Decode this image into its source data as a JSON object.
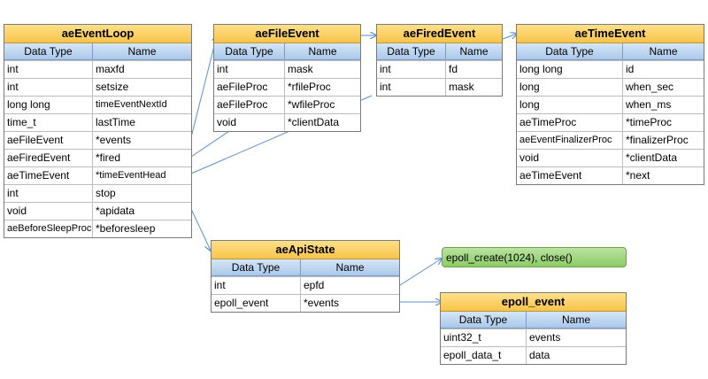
{
  "tables": {
    "aeEventLoop": {
      "title": "aeEventLoop",
      "headers": [
        "Data Type",
        "Name"
      ],
      "rows": [
        [
          "int",
          "maxfd"
        ],
        [
          "int",
          "setsize"
        ],
        [
          "long long",
          "timeEventNextId"
        ],
        [
          "time_t",
          "lastTime"
        ],
        [
          "aeFileEvent",
          "*events"
        ],
        [
          "aeFiredEvent",
          "*fired"
        ],
        [
          "aeTimeEvent",
          "*timeEventHead"
        ],
        [
          "int",
          "stop"
        ],
        [
          "void",
          "*apidata"
        ],
        [
          "aeBeforeSleepProc",
          "*beforesleep"
        ]
      ]
    },
    "aeFileEvent": {
      "title": "aeFileEvent",
      "headers": [
        "Data Type",
        "Name"
      ],
      "rows": [
        [
          "int",
          "mask"
        ],
        [
          "aeFileProc",
          "*rfileProc"
        ],
        [
          "aeFileProc",
          "*wfileProc"
        ],
        [
          "void",
          "*clientData"
        ]
      ]
    },
    "aeFiredEvent": {
      "title": "aeFiredEvent",
      "headers": [
        "Data Type",
        "Name"
      ],
      "rows": [
        [
          "int",
          "fd"
        ],
        [
          "int",
          "mask"
        ]
      ]
    },
    "aeTimeEvent": {
      "title": "aeTimeEvent",
      "headers": [
        "Data Type",
        "Name"
      ],
      "rows": [
        [
          "long long",
          "id"
        ],
        [
          "long",
          "when_sec"
        ],
        [
          "long",
          "when_ms"
        ],
        [
          "aeTimeProc",
          "*timeProc"
        ],
        [
          "aeEventFinalizerProc",
          "*finalizerProc"
        ],
        [
          "void",
          "*clientData"
        ],
        [
          "aeTimeEvent",
          "*next"
        ]
      ]
    },
    "aeApiState": {
      "title": "aeApiState",
      "headers": [
        "Data Type",
        "Name"
      ],
      "rows": [
        [
          "int",
          "epfd"
        ],
        [
          "epoll_event",
          "*events"
        ]
      ]
    },
    "epoll_event": {
      "title": "epoll_event",
      "headers": [
        "Data Type",
        "Name"
      ],
      "rows": [
        [
          "uint32_t",
          "events"
        ],
        [
          "epoll_data_t",
          "data"
        ]
      ]
    }
  },
  "note": "epoll_create(1024), close()"
}
